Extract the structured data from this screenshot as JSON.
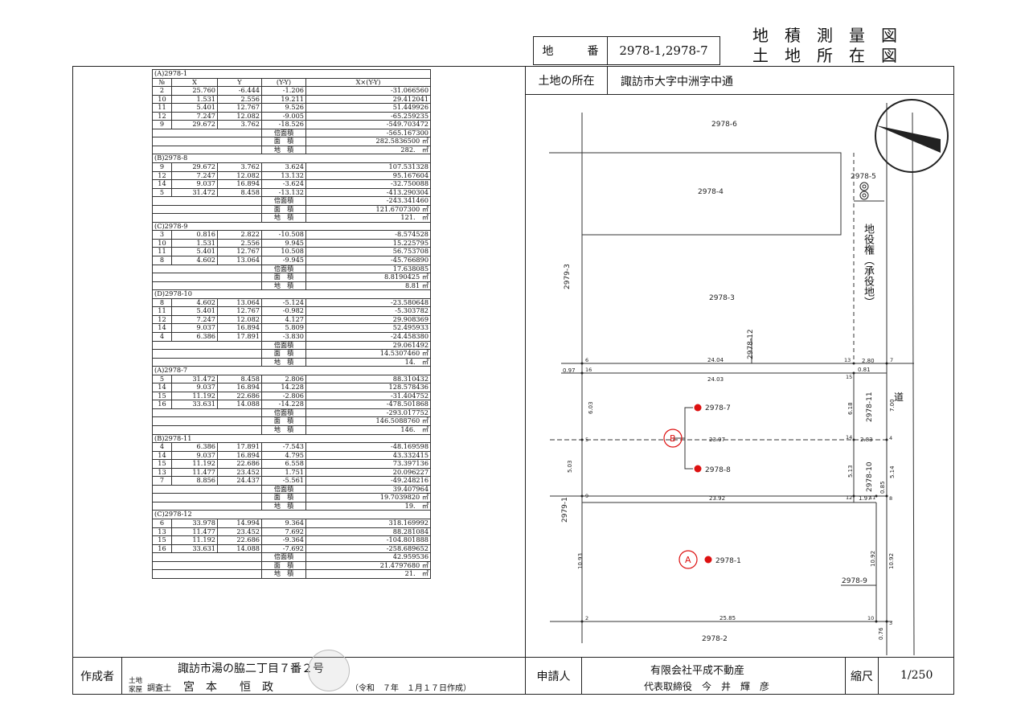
{
  "header": {
    "title_line1": "地　積　測　量　図",
    "title_line2": "土　地　所　在　図",
    "chiban_label": "地　　　番",
    "chiban_value": "2978-1,2978-7",
    "location_label": "土地の所在",
    "location_value": "諏訪市大字中洲字中通"
  },
  "columns": [
    "№",
    "X",
    "Y",
    "(Y-Y)",
    "X×(Y-Y)"
  ],
  "sections": [
    {
      "name": "(A)2978-1",
      "rows": [
        [
          "2",
          "25.760",
          "-6.444",
          "-1.206",
          "-31.066560"
        ],
        [
          "10",
          "1.531",
          "2.556",
          "19.211",
          "29.412041"
        ],
        [
          "11",
          "5.401",
          "12.767",
          "9.526",
          "51.449926"
        ],
        [
          "12",
          "7.247",
          "12.082",
          "-9.005",
          "-65.259235"
        ],
        [
          "9",
          "29.672",
          "3.762",
          "-18.526",
          "-549.703472"
        ]
      ],
      "double_label": "倍面積",
      "double_value": "-565.167300",
      "area_label": "面　積",
      "area_value": "282.5836500 ㎡",
      "land_label": "地　積",
      "land_value": "282.　㎡"
    },
    {
      "name": "(B)2978-8",
      "rows": [
        [
          "9",
          "29.672",
          "3.762",
          "3.624",
          "107.531328"
        ],
        [
          "12",
          "7.247",
          "12.082",
          "13.132",
          "95.167604"
        ],
        [
          "14",
          "9.037",
          "16.894",
          "-3.624",
          "-32.750088"
        ],
        [
          "5",
          "31.472",
          "8.458",
          "-13.132",
          "-413.290304"
        ]
      ],
      "double_label": "倍面積",
      "double_value": "-243.341460",
      "area_label": "面　積",
      "area_value": "121.6707300 ㎡",
      "land_label": "地　積",
      "land_value": "121.　㎡"
    },
    {
      "name": "(C)2978-9",
      "rows": [
        [
          "3",
          "0.816",
          "2.822",
          "-10.508",
          "-8.574528"
        ],
        [
          "10",
          "1.531",
          "2.556",
          "9.945",
          "15.225795"
        ],
        [
          "11",
          "5.401",
          "12.767",
          "10.508",
          "56.753708"
        ],
        [
          "8",
          "4.602",
          "13.064",
          "-9.945",
          "-45.766890"
        ]
      ],
      "double_label": "倍面積",
      "double_value": "17.638085",
      "area_label": "面　積",
      "area_value": "8.8190425 ㎡",
      "land_label": "地　積",
      "land_value": "8.81 ㎡"
    },
    {
      "name": "(D)2978-10",
      "rows": [
        [
          "8",
          "4.602",
          "13.064",
          "-5.124",
          "-23.580648"
        ],
        [
          "11",
          "5.401",
          "12.767",
          "-0.982",
          "-5.303782"
        ],
        [
          "12",
          "7.247",
          "12.082",
          "4.127",
          "29.908369"
        ],
        [
          "14",
          "9.037",
          "16.894",
          "5.809",
          "52.495933"
        ],
        [
          "4",
          "6.386",
          "17.891",
          "-3.830",
          "-24.458380"
        ]
      ],
      "double_label": "倍面積",
      "double_value": "29.061492",
      "area_label": "面　積",
      "area_value": "14.5307460 ㎡",
      "land_label": "地　積",
      "land_value": "14.　㎡"
    },
    {
      "name": "(A)2978-7",
      "rows": [
        [
          "5",
          "31.472",
          "8.458",
          "2.806",
          "88.310432"
        ],
        [
          "14",
          "9.037",
          "16.894",
          "14.228",
          "128.578436"
        ],
        [
          "15",
          "11.192",
          "22.686",
          "-2.806",
          "-31.404752"
        ],
        [
          "16",
          "33.631",
          "14.088",
          "-14.228",
          "-478.501868"
        ]
      ],
      "double_label": "倍面積",
      "double_value": "-293.017752",
      "area_label": "面　積",
      "area_value": "146.5088760 ㎡",
      "land_label": "地　積",
      "land_value": "146.　㎡"
    },
    {
      "name": "(B)2978-11",
      "rows": [
        [
          "4",
          "6.386",
          "17.891",
          "-7.543",
          "-48.169598"
        ],
        [
          "14",
          "9.037",
          "16.894",
          "4.795",
          "43.332415"
        ],
        [
          "15",
          "11.192",
          "22.686",
          "6.558",
          "73.397136"
        ],
        [
          "13",
          "11.477",
          "23.452",
          "1.751",
          "20.096227"
        ],
        [
          "7",
          "8.856",
          "24.437",
          "-5.561",
          "-49.248216"
        ]
      ],
      "double_label": "倍面積",
      "double_value": "39.407964",
      "area_label": "面　積",
      "area_value": "19.7039820 ㎡",
      "land_label": "地　積",
      "land_value": "19.　㎡"
    },
    {
      "name": "(C)2978-12",
      "rows": [
        [
          "6",
          "33.978",
          "14.994",
          "9.364",
          "318.169992"
        ],
        [
          "13",
          "11.477",
          "23.452",
          "7.692",
          "88.281084"
        ],
        [
          "15",
          "11.192",
          "22.686",
          "-9.364",
          "-104.801888"
        ],
        [
          "16",
          "33.631",
          "14.088",
          "-7.692",
          "-258.689652"
        ]
      ],
      "double_label": "倍面積",
      "double_value": "42.959536",
      "area_label": "面　積",
      "area_value": "21.4797680 ㎡",
      "land_label": "地　積",
      "land_value": "21.　㎡"
    }
  ],
  "footer": {
    "creator_label": "作成者",
    "creator_address": "諏訪市湯の脇二丁目７番２号",
    "qualifier_line1": "土地",
    "qualifier_line2": "家屋",
    "qualifier_role": "調査士",
    "creator_name": "宮　本　　恒　政",
    "created_date": "（令和　７年　１月１７日作成）",
    "applicant_label": "申請人",
    "applicant_company": "有限会社平成不動産",
    "applicant_rep": "代表取締役　今　井　輝　彦",
    "scale_label": "縮尺",
    "scale_value": "1/250"
  },
  "map": {
    "parcels": {
      "p2978_6": "2978-6",
      "p2978_4": "2978-4",
      "p2978_5": "2978-5",
      "p2978_3": "2978-3",
      "p2978_3_side": "2979-3",
      "p2978_12": "2978-12",
      "p2978_7": "2978-7",
      "p2978_8": "2978-8",
      "p2978_1": "2978-1",
      "p2979_1": "2979-1",
      "p2978_11": "2978-11",
      "p2978_10": "2978-10",
      "p2978_9": "2978-9",
      "p2978_2": "2978-2"
    },
    "easement_label": "地役権（承役地）",
    "road_label": "道",
    "circle_a": "A",
    "circle_b": "B",
    "marker_color": "#dd1111",
    "points": {
      "n6": "6",
      "n13": "13",
      "n7": "7",
      "n16": "16",
      "n15": "15",
      "n5": "5",
      "n14": "14",
      "n4": "4",
      "n9": "9",
      "n12": "12",
      "n11": "11",
      "n8": "8",
      "n2": "2",
      "n10": "10",
      "n3": "3"
    },
    "dims": {
      "d24_04": "24.04",
      "d24_03": "24.03",
      "d2_80": "2.80",
      "d0_81": "0.81",
      "d0_97": "0.97",
      "d6_03": "6.03",
      "d6_18": "6.18",
      "d23_97": "23.97",
      "d2_83": "2.83",
      "d7_00": "7.00",
      "d5_03": "5.03",
      "d5_13": "5.13",
      "d5_14": "5.14",
      "d23_92": "23.92",
      "d1_97": "1.97",
      "d0_85": "0.85",
      "d10_93": "10.93",
      "d10_92a": "10.92",
      "d10_92b": "10.92",
      "d25_85": "25.85",
      "d0_76": "0.76"
    }
  }
}
